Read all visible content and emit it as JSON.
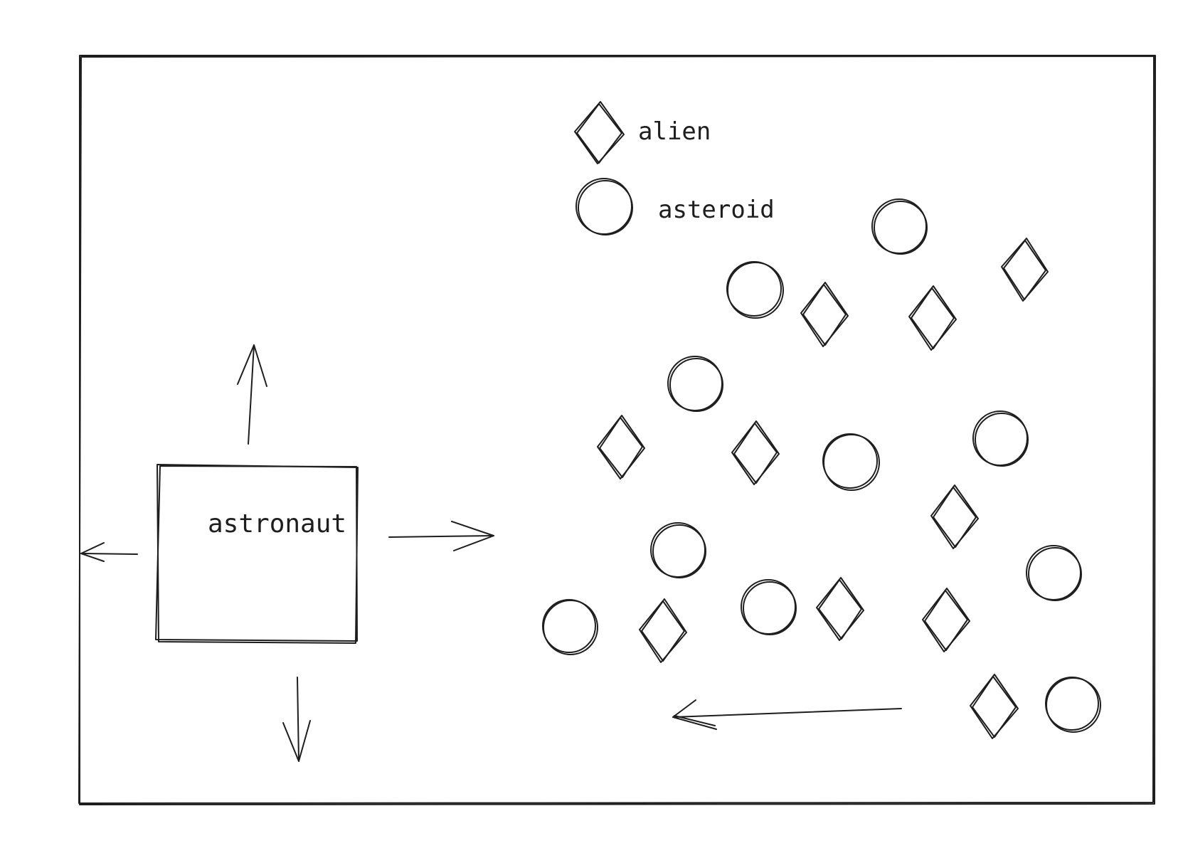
{
  "legend": {
    "alien_label": "alien",
    "asteroid_label": "asteroid"
  },
  "player": {
    "label": "astronaut"
  },
  "colors": {
    "ink": "#1e1e1e",
    "background": "#ffffff"
  }
}
